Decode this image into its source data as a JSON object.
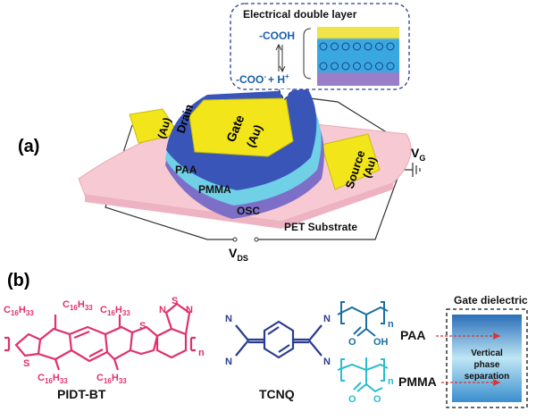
{
  "panel_a": {
    "label": "(a)",
    "edl": {
      "title": "Electrical double layer",
      "cooh": "-COOH",
      "coo": "-COO",
      "coo_sup": "-",
      "h": "+ H",
      "h_sup": "+"
    },
    "layers": {
      "gate": "Gate",
      "gate_metal": "(Au)",
      "drain": "Drain",
      "drain_metal": "(Au)",
      "source": "Source",
      "source_metal": "(Au)",
      "paa": "PAA",
      "pmma": "PMMA",
      "osc": "OSC",
      "substrate": "PET Substrate"
    },
    "voltages": {
      "vg_main": "V",
      "vg_sub": "G",
      "vds_main": "V",
      "vds_sub": "DS"
    },
    "colors": {
      "substrate": "#f7c9d2",
      "gold": "#f2e51a",
      "paa": "#3a55b8",
      "pmma": "#6fd0e6",
      "osc": "#7d6fc8",
      "edl_top": "#f0e44a",
      "edl_mid": "#3aa8e0",
      "edl_bottom": "#9a7fc8"
    }
  },
  "panel_b": {
    "label": "(b)",
    "molecules": {
      "pidt": {
        "name": "PIDT-BT",
        "side_chain": "C",
        "side_chain_sub_c": "16",
        "side_chain_h": "H",
        "side_chain_sub_h": "33",
        "s": "S",
        "n": "N",
        "repeat": "n",
        "color": "#e0306e"
      },
      "tcnq": {
        "name": "TCNQ",
        "n": "N",
        "color": "#2a3c8f"
      },
      "paa": {
        "o": "O",
        "oh": "OH",
        "repeat": "n",
        "color": "#1a6fa0"
      },
      "pmma": {
        "o": "O",
        "repeat": "n",
        "color": "#2abccf"
      }
    },
    "dielectric": {
      "title": "Gate dielectric",
      "paa": "PAA",
      "pmma": "PMMA",
      "center_1": "Vertical",
      "center_2": "phase",
      "center_3": "separation"
    }
  }
}
